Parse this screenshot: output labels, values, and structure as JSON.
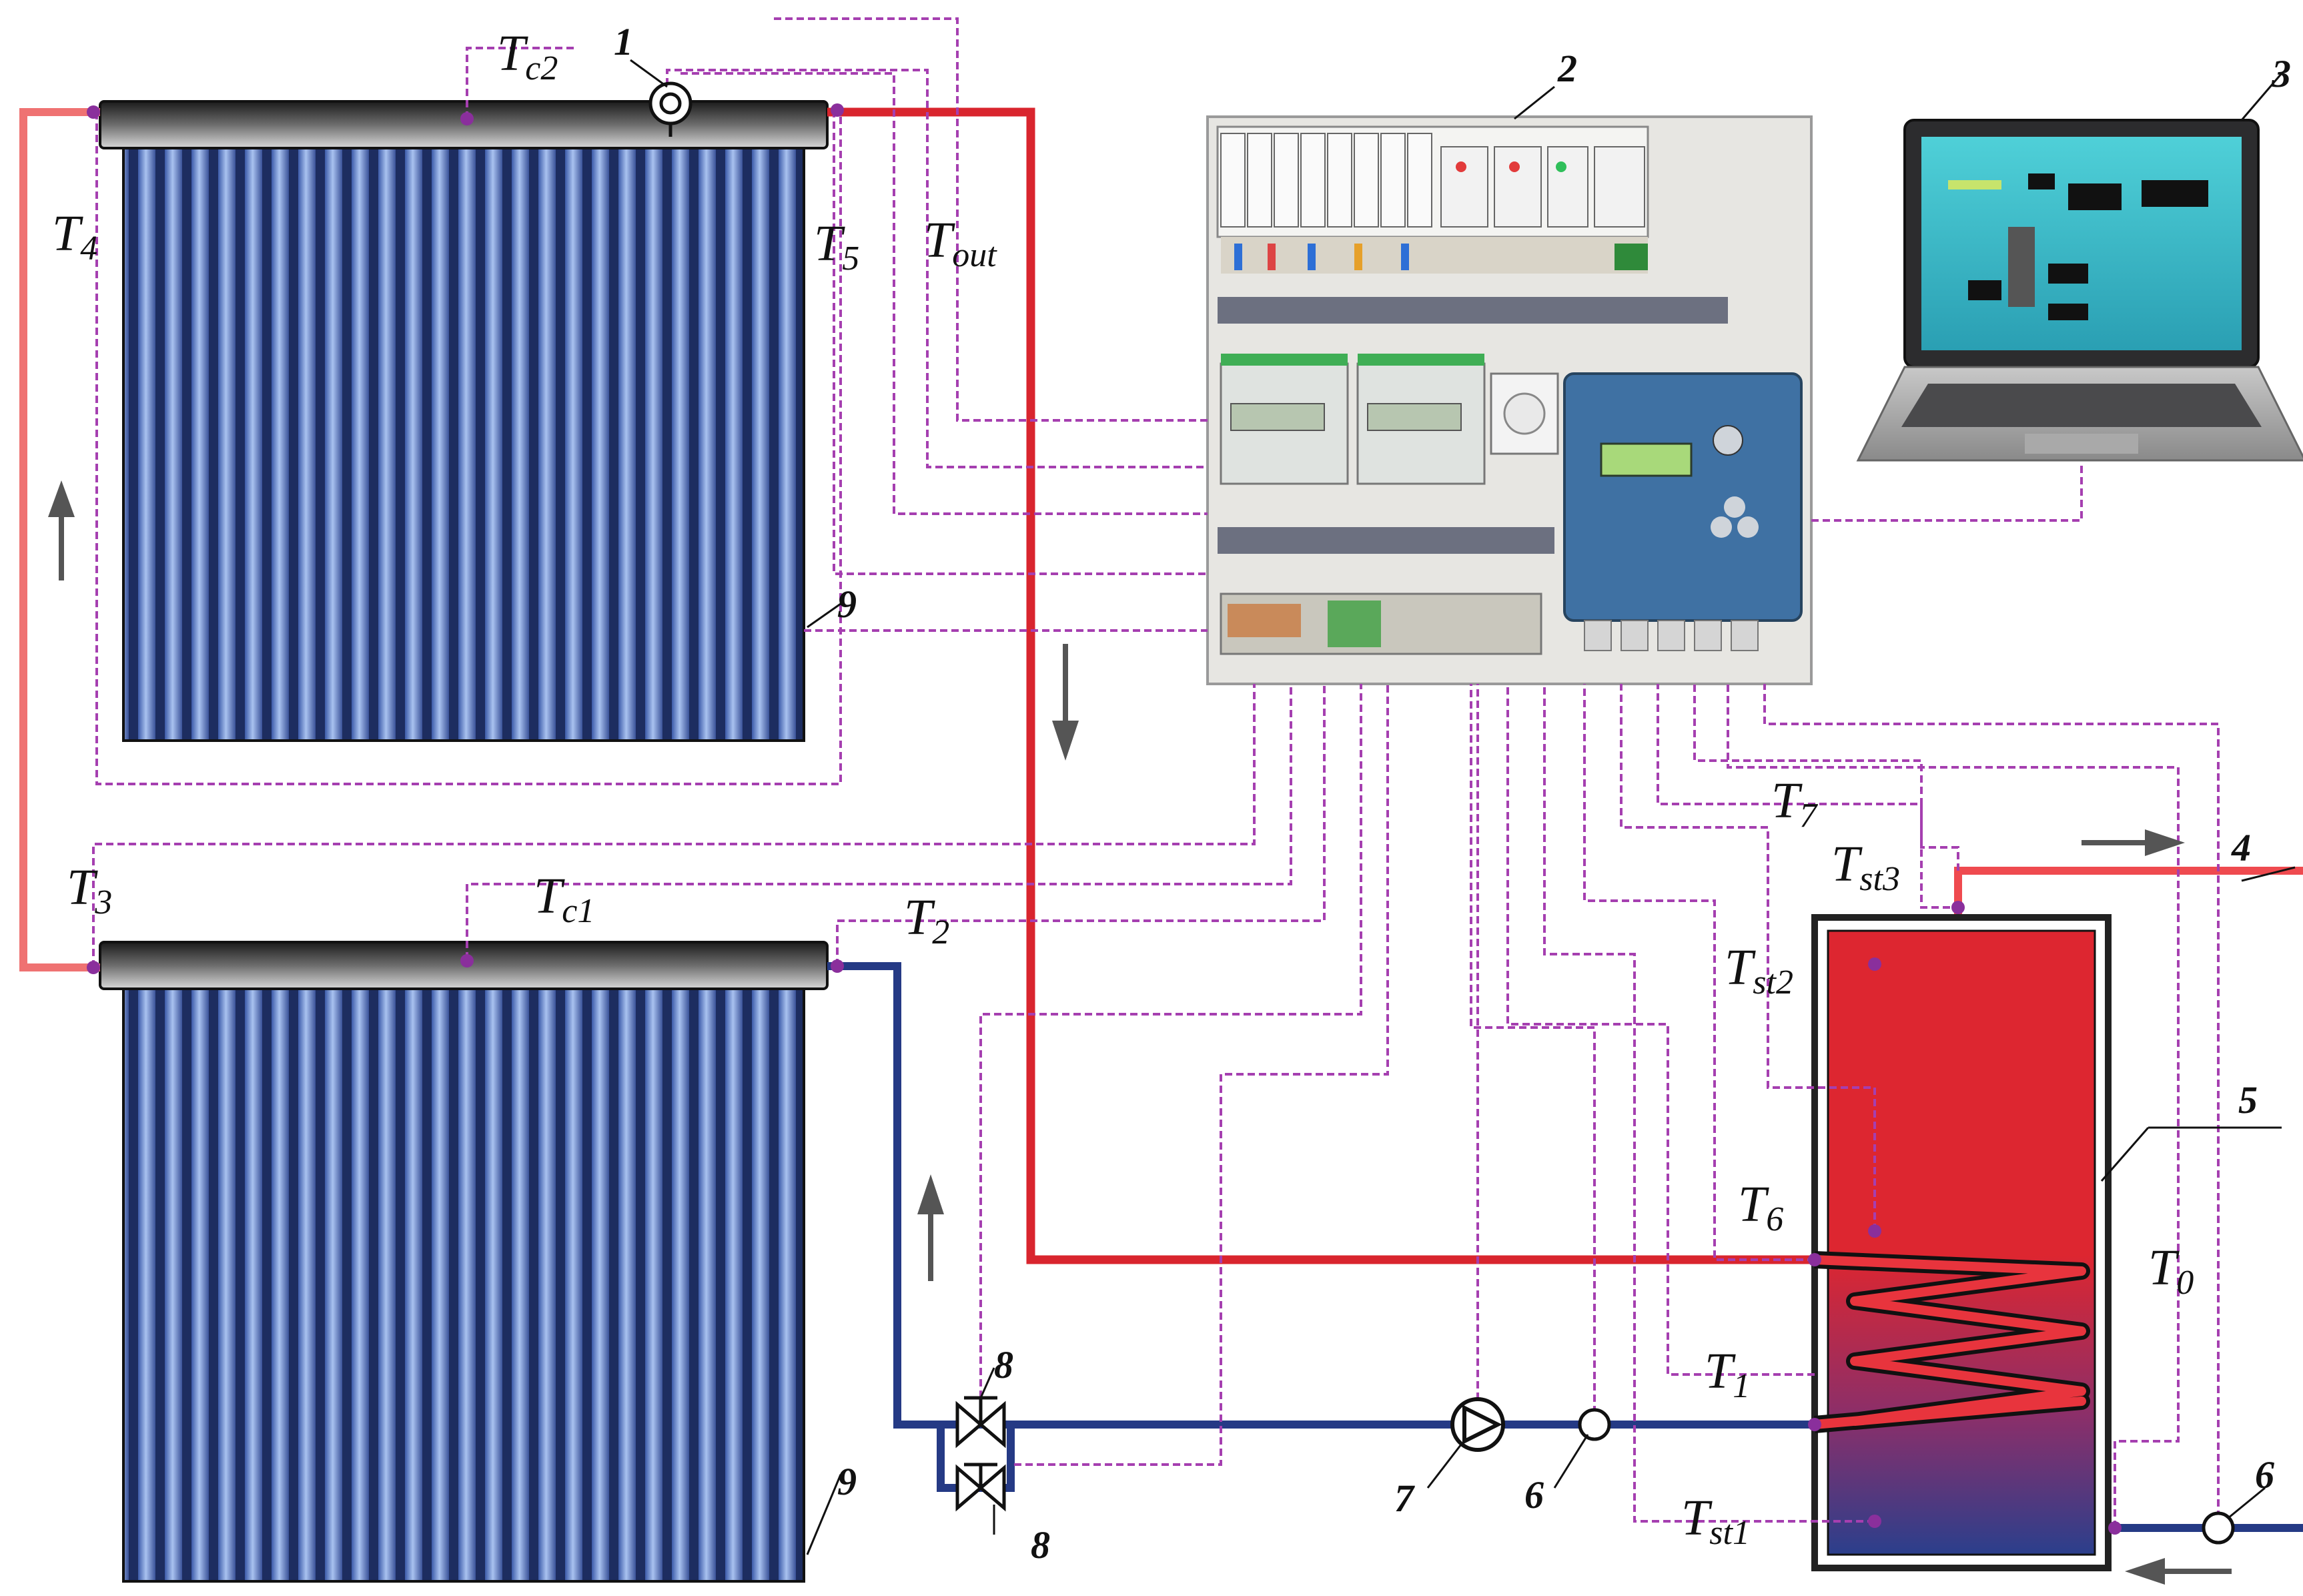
{
  "labels": {
    "tc2": {
      "main": "T",
      "sub": "c2"
    },
    "tc1": {
      "main": "T",
      "sub": "c1"
    },
    "t4": {
      "main": "T",
      "sub": "4"
    },
    "t5": {
      "main": "T",
      "sub": "5"
    },
    "tout": {
      "main": "T",
      "sub": "out"
    },
    "t3": {
      "main": "T",
      "sub": "3"
    },
    "t2": {
      "main": "T",
      "sub": "2"
    },
    "t7": {
      "main": "T",
      "sub": "7"
    },
    "tst3": {
      "main": "T",
      "sub": "st3"
    },
    "tst2": {
      "main": "T",
      "sub": "st2"
    },
    "t6": {
      "main": "T",
      "sub": "6"
    },
    "t1": {
      "main": "T",
      "sub": "1"
    },
    "tst1": {
      "main": "T",
      "sub": "st1"
    },
    "t0": {
      "main": "T",
      "sub": "0"
    }
  },
  "numbers": {
    "n1": "1",
    "n2": "2",
    "n3": "3",
    "n4": "4",
    "n5": "5",
    "n6a": "6",
    "n6b": "6",
    "n7": "7",
    "n8a": "8",
    "n8b": "8",
    "n9a": "9",
    "n9b": "9"
  },
  "colors": {
    "hot_pipe": "#d9252e",
    "warm_pipe": "#ef7272",
    "cold_pipe": "#253a85",
    "signal": "#a53fb0",
    "tank_top": "#e02a33",
    "tank_bottom": "#2b3f8c",
    "tube": "#6f8fd0"
  }
}
